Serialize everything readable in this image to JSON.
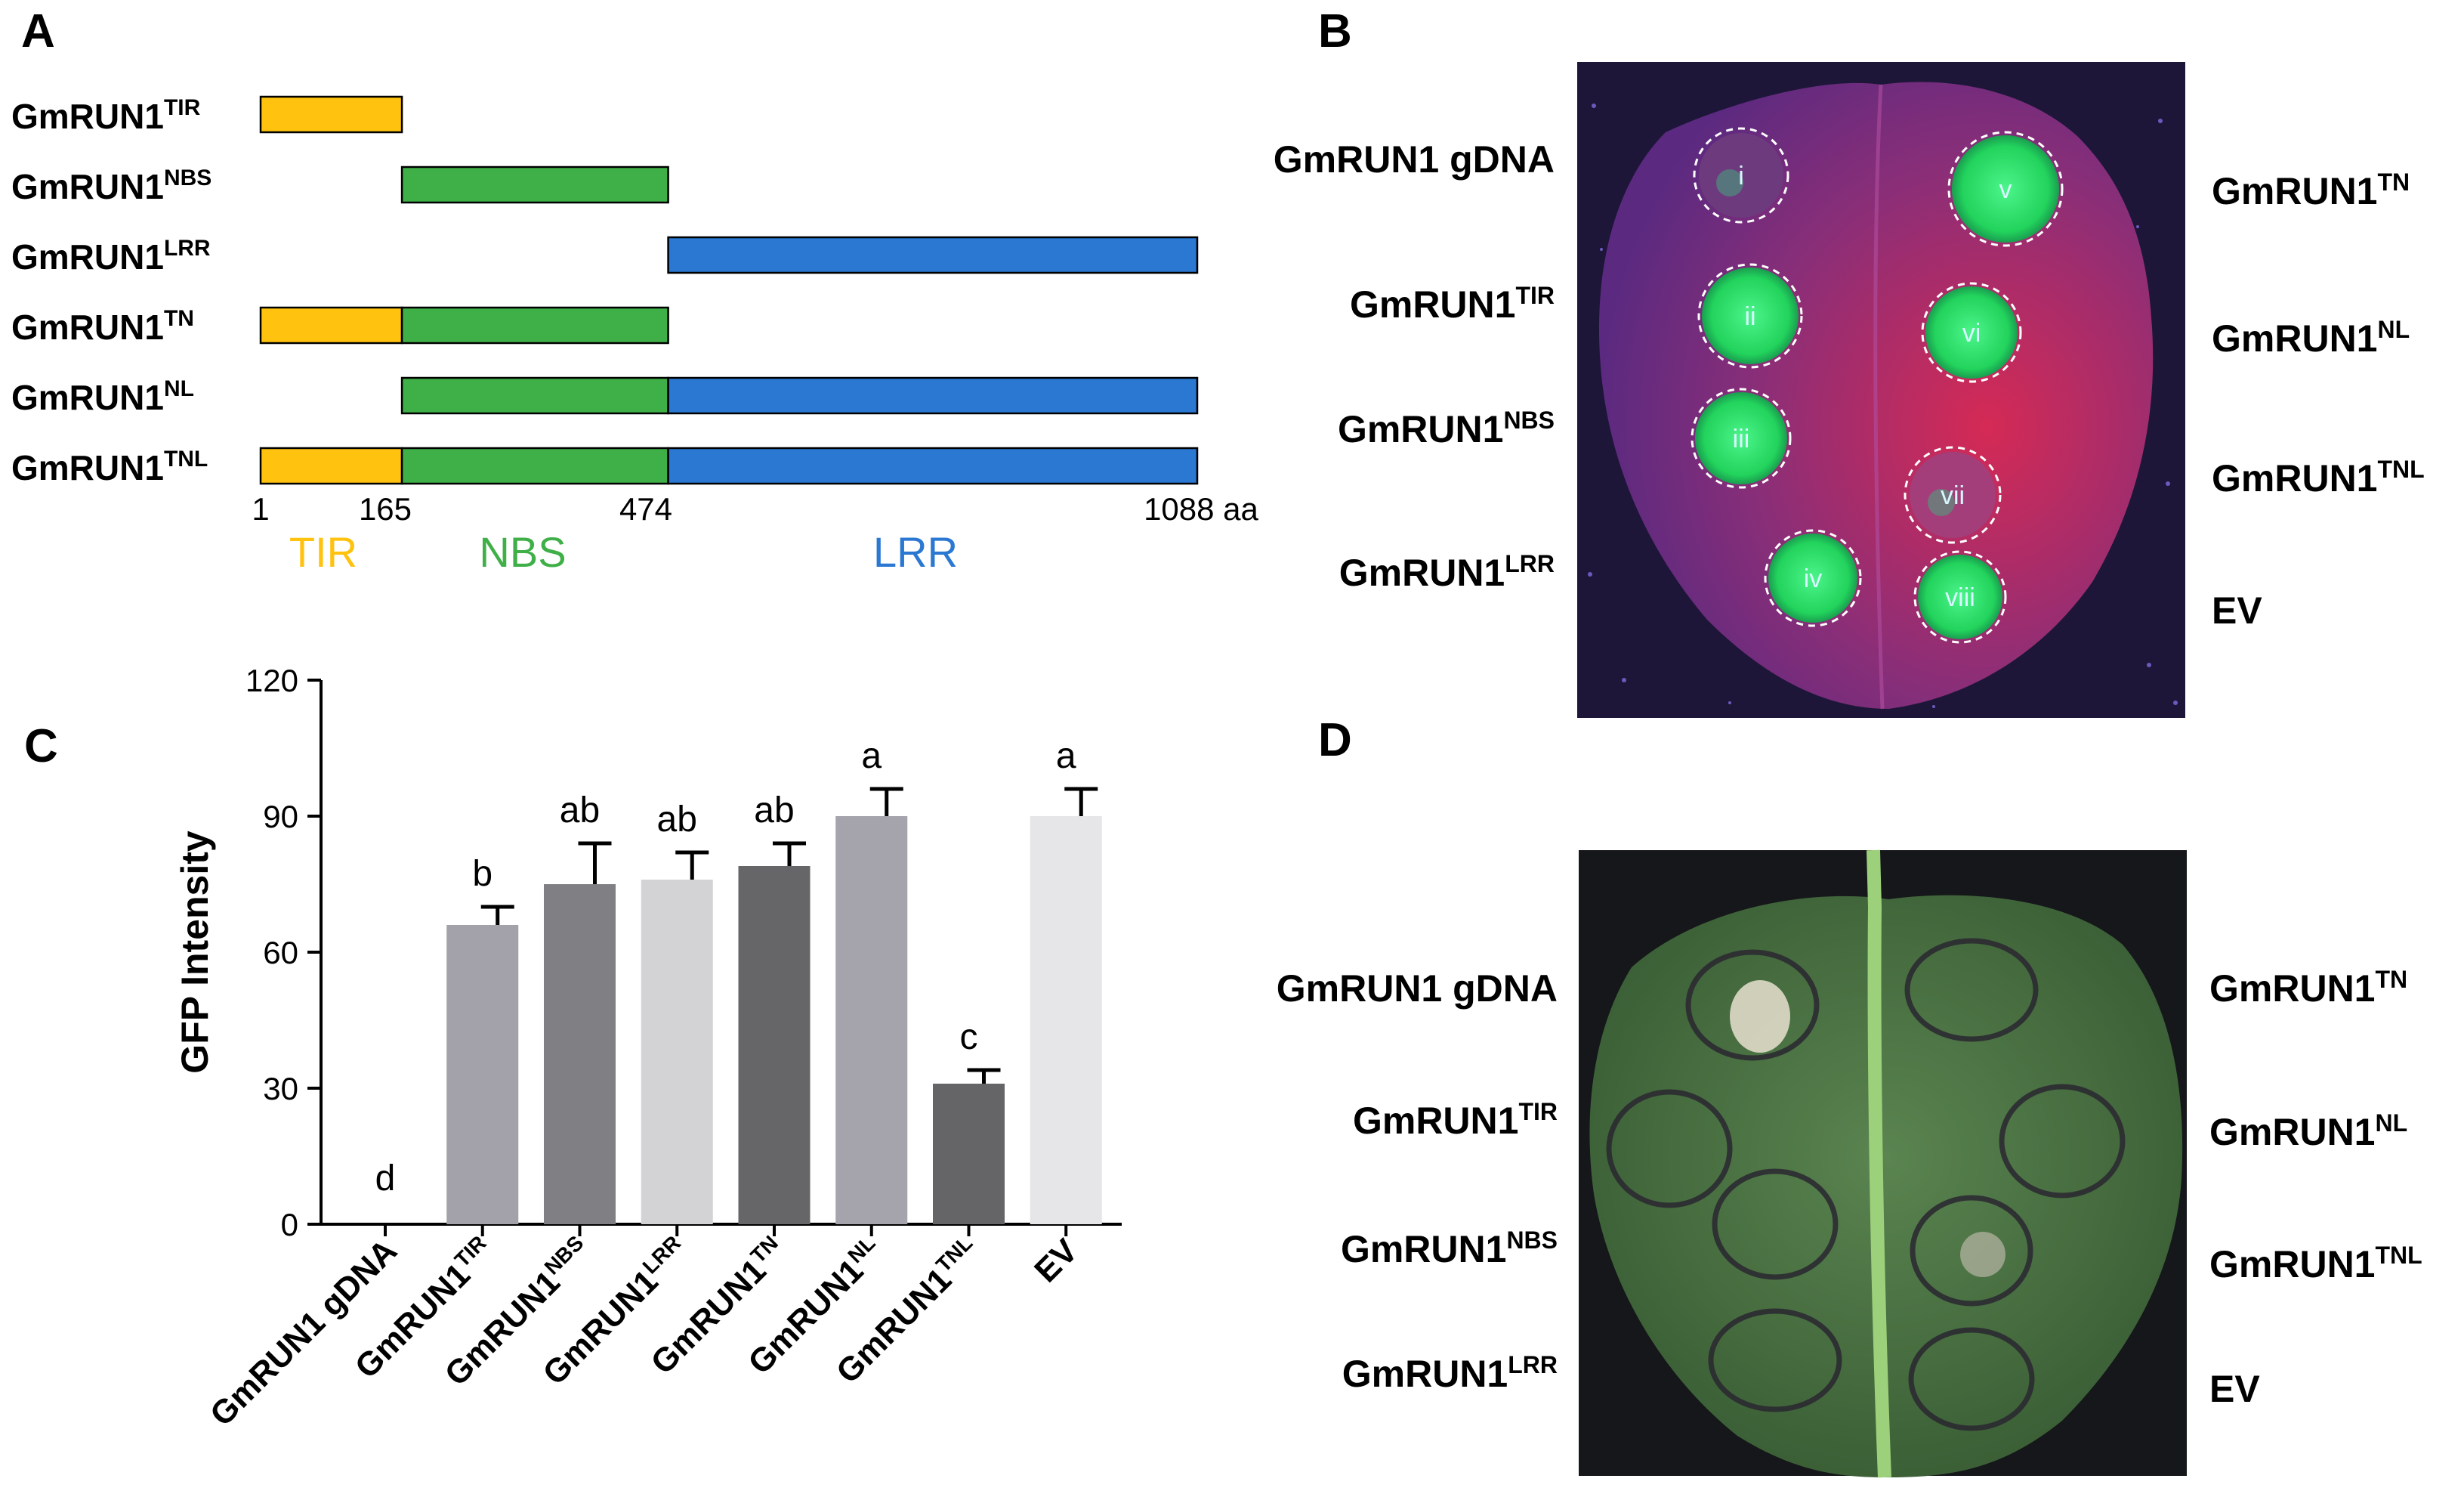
{
  "panels": {
    "a": "A",
    "b": "B",
    "c": "C",
    "d": "D"
  },
  "panel_a": {
    "constructs": [
      {
        "base": "GmRUN1",
        "sup": "TIR",
        "segments": [
          "TIR"
        ]
      },
      {
        "base": "GmRUN1",
        "sup": "NBS",
        "segments": [
          "NBS"
        ]
      },
      {
        "base": "GmRUN1",
        "sup": "LRR",
        "segments": [
          "LRR"
        ]
      },
      {
        "base": "GmRUN1",
        "sup": "TN",
        "segments": [
          "TIR",
          "NBS"
        ]
      },
      {
        "base": "GmRUN1",
        "sup": "NL",
        "segments": [
          "NBS",
          "LRR"
        ]
      },
      {
        "base": "GmRUN1",
        "sup": "TNL",
        "segments": [
          "TIR",
          "NBS",
          "LRR"
        ]
      }
    ],
    "domains": {
      "TIR": {
        "label": "TIR",
        "start": 1,
        "end": 165,
        "color": "#FFC20E"
      },
      "NBS": {
        "label": "NBS",
        "start": 165,
        "end": 474,
        "color": "#3FAF47"
      },
      "LRR": {
        "label": "LRR",
        "start": 474,
        "end": 1088,
        "color": "#2A78D1"
      }
    },
    "positions": [
      "1",
      "165",
      "474",
      "1088 aa"
    ]
  },
  "panel_b": {
    "left_labels": [
      {
        "base": "GmRUN1 gDNA",
        "sup": ""
      },
      {
        "base": "GmRUN1",
        "sup": "TIR"
      },
      {
        "base": "GmRUN1",
        "sup": "NBS"
      },
      {
        "base": "GmRUN1",
        "sup": "LRR"
      }
    ],
    "right_labels": [
      {
        "base": "GmRUN1",
        "sup": "TN"
      },
      {
        "base": "GmRUN1",
        "sup": "NL"
      },
      {
        "base": "GmRUN1",
        "sup": "TNL"
      },
      {
        "base": "EV",
        "sup": ""
      }
    ],
    "spots": [
      "i",
      "ii",
      "iii",
      "iv",
      "v",
      "vi",
      "vii",
      "viii"
    ],
    "colors": {
      "background": "#1E1638",
      "leaf": "#8B2F78",
      "gfp": "#2EE86A"
    }
  },
  "chart_data": {
    "type": "bar",
    "ylabel": "GFP Intensity",
    "ylim": [
      0,
      120
    ],
    "yticks": [
      "0",
      "30",
      "60",
      "90",
      "120"
    ],
    "categories": [
      {
        "base": "GmRUN1 gDNA",
        "sup": ""
      },
      {
        "base": "GmRUN1",
        "sup": "TIR"
      },
      {
        "base": "GmRUN1",
        "sup": "NBS"
      },
      {
        "base": "GmRUN1",
        "sup": "LRR"
      },
      {
        "base": "GmRUN1",
        "sup": "TN"
      },
      {
        "base": "GmRUN1",
        "sup": "NL"
      },
      {
        "base": "GmRUN1",
        "sup": "TNL"
      },
      {
        "base": "EV",
        "sup": ""
      }
    ],
    "values": [
      0,
      66,
      75,
      76,
      79,
      90,
      31,
      90
    ],
    "errors": [
      0,
      4,
      9,
      6,
      5,
      6,
      3,
      6
    ],
    "significance": [
      "d",
      "b",
      "ab",
      "ab",
      "ab",
      "a",
      "c",
      "a"
    ],
    "colors": [
      "#9E9EA6",
      "#A3A2AA",
      "#808084",
      "#D3D3D5",
      "#666669",
      "#A5A4AC",
      "#656567",
      "#E6E6E8"
    ]
  },
  "panel_d": {
    "left_labels": [
      {
        "base": "GmRUN1 gDNA",
        "sup": ""
      },
      {
        "base": "GmRUN1",
        "sup": "TIR"
      },
      {
        "base": "GmRUN1",
        "sup": "NBS"
      },
      {
        "base": "GmRUN1",
        "sup": "LRR"
      }
    ],
    "right_labels": [
      {
        "base": "GmRUN1",
        "sup": "TN"
      },
      {
        "base": "GmRUN1",
        "sup": "NL"
      },
      {
        "base": "GmRUN1",
        "sup": "TNL"
      },
      {
        "base": "EV",
        "sup": ""
      }
    ],
    "colors": {
      "background": "#15171A",
      "leaf": "#4B7342"
    }
  }
}
